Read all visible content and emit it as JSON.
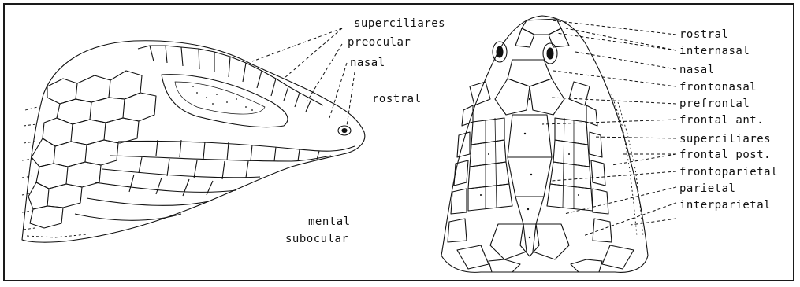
{
  "left_labels": {
    "superciliares": "superciliares",
    "preocular": "preocular",
    "nasal": "nasal",
    "rostral": "rostral",
    "mental": "mental",
    "subocular": "subocular"
  },
  "right_labels": [
    "rostral",
    "internasal",
    "nasal",
    "frontonasal",
    "prefrontal",
    "frontal ant.",
    "superciliares",
    "frontal post.",
    "frontoparietal",
    "parietal",
    "interparietal"
  ],
  "colors": {
    "ink": "#111111",
    "frame": "#1a1a1a"
  }
}
